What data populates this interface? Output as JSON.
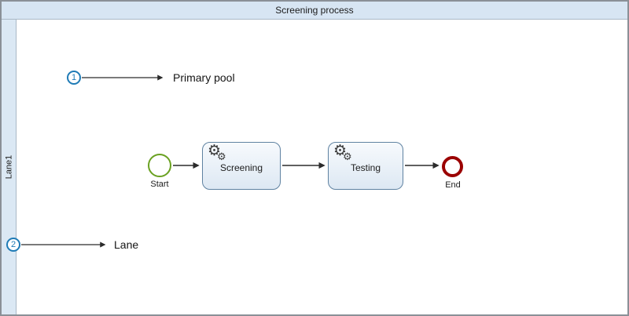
{
  "pool": {
    "title": "Screening process",
    "lane": {
      "label": "Lane1"
    }
  },
  "annotations": {
    "primary_pool": {
      "number": "1",
      "label": "Primary pool"
    },
    "lane": {
      "number": "2",
      "label": "Lane"
    }
  },
  "diagram": {
    "start_event": {
      "label": "Start"
    },
    "tasks": [
      {
        "label": "Screening",
        "icon": "gear-icon"
      },
      {
        "label": "Testing",
        "icon": "gear-icon"
      }
    ],
    "end_event": {
      "label": "End"
    }
  },
  "icons": {
    "gear_glyph": "⚙"
  },
  "colors": {
    "pool_header_bg": "#d7e5f3",
    "pool_border": "#8a9097",
    "lane_strip_bg": "#dbe8f4",
    "task_border": "#5f82a1",
    "task_fill_top": "#f7fafd",
    "task_fill_bottom": "#dde8f3",
    "start_event_stroke": "#6aa121",
    "end_event_stroke": "#9b0000",
    "annotation_accent": "#1f7bb6",
    "connector": "#2b2b2b"
  }
}
